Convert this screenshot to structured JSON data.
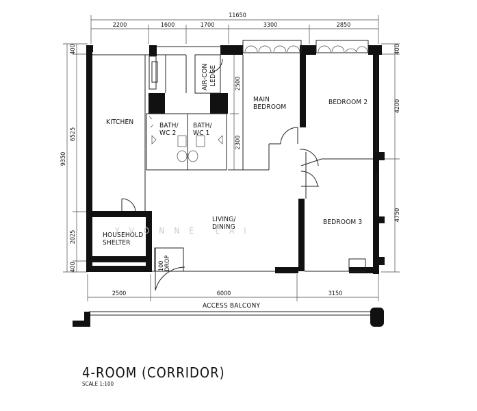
{
  "dimensions": {
    "overall_width": "11650",
    "top": [
      "2200",
      "1600",
      "1700",
      "3300",
      "2850"
    ],
    "bottom": [
      "2500",
      "6000",
      "3150"
    ],
    "left_outer": "9350",
    "left_inner": [
      "400",
      "6525",
      "2025",
      "400"
    ],
    "mid_vertical": [
      "2500",
      "2300"
    ],
    "right": [
      "400",
      "4200",
      "4750"
    ]
  },
  "rooms": {
    "kitchen": "KITCHEN",
    "bath2": [
      "BATH/",
      "WC 2"
    ],
    "bath1": [
      "BATH/",
      "WC 1"
    ],
    "aircon": [
      "AIR-CON",
      "LEDGE"
    ],
    "main_bedroom": [
      "MAIN",
      "BEDROOM"
    ],
    "bedroom2": "BEDROOM 2",
    "bedroom3": "BEDROOM 3",
    "living": [
      "LIVING/",
      "DINING"
    ],
    "shelter": [
      "HOUSEHOLD",
      "SHELTER"
    ],
    "drop": [
      "100",
      "DROP"
    ]
  },
  "access_balcony": "ACCESS BALCONY",
  "watermark": "YVONNE LAI",
  "title": "4-ROOM (CORRIDOR)",
  "scale": "SCALE  1:100"
}
